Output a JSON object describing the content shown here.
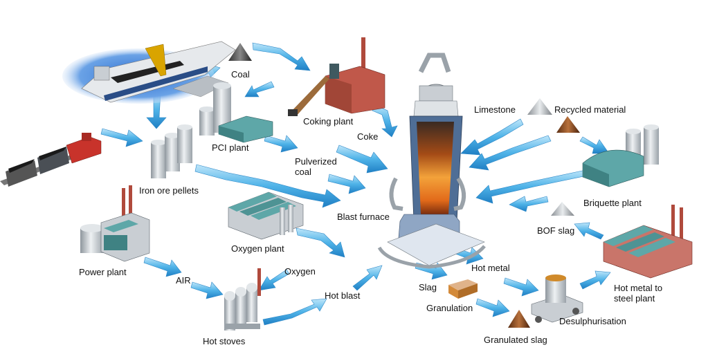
{
  "diagram": {
    "labels": {
      "coal": "Coal",
      "coking_plant": "Coking plant",
      "coke": "Coke",
      "pci_plant": "PCI plant",
      "pulverized_coal": "Pulverized coal",
      "iron_ore_pellets": "Iron ore pellets",
      "blast_furnace": "Blast furnace",
      "oxygen_plant": "Oxygen plant",
      "oxygen": "Oxygen",
      "power_plant": "Power plant",
      "air": "AIR",
      "hot_stoves": "Hot stoves",
      "hot_blast": "Hot blast",
      "slag": "Slag",
      "granulation": "Granulation",
      "granulated_slag": "Granulated slag",
      "hot_metal": "Hot metal",
      "desulphurisation": "Desulphurisation",
      "hot_metal_to_steel_plant": "Hot metal to steel plant",
      "limestone": "Limestone",
      "recycled_material": "Recycled material",
      "briquette_plant": "Briquette plant",
      "bof_slag": "BOF slag"
    },
    "colors": {
      "flow_arrow": "#4fb3e8",
      "flow_arrow_dark": "#1f7fc4",
      "plant_teal": "#5ea7a8",
      "plant_gray": "#c9ced3",
      "brick": "#c0584a",
      "furnace_glow": "#e5781f",
      "water": "#2f6fd0"
    }
  }
}
